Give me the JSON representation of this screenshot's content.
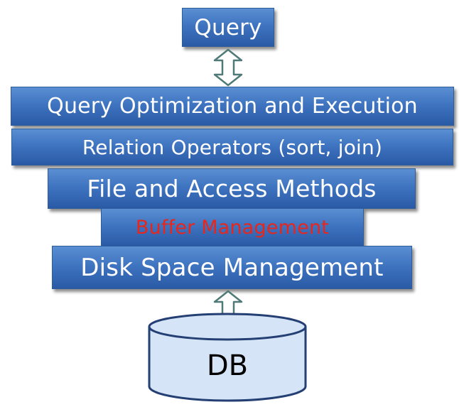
{
  "query": "Query",
  "layers": {
    "query_optimization": "Query Optimization and Execution",
    "relation_operators": "Relation Operators (sort, join)",
    "file_access": "File and Access Methods",
    "buffer_management": "Buffer Management",
    "disk_space": "Disk Space Management"
  },
  "database": "DB",
  "colors": {
    "layer_fill": "#3f74c0",
    "layer_text": "#ffffff",
    "highlight_text": "#e8261c",
    "arrow_fill": "#ffffff",
    "arrow_stroke": "#4f7a78",
    "cylinder_fill": "#d5e4f6",
    "cylinder_stroke": "#243f73"
  }
}
